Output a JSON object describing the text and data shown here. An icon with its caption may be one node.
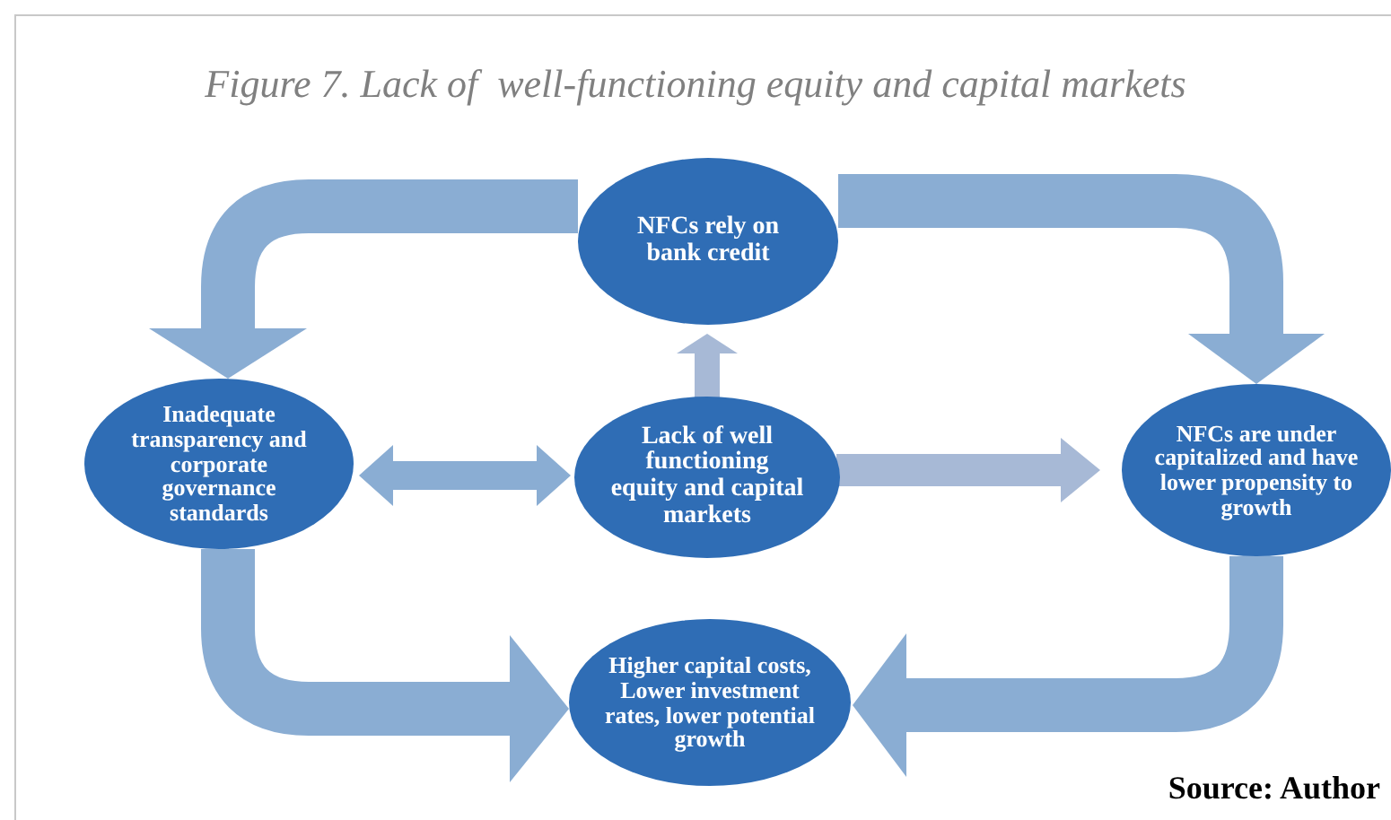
{
  "diagram": {
    "title": "Figure 7. Lack of  well-functioning equity and capital markets",
    "nodes": [
      {
        "text": [
          "NFCs rely on bank credit"
        ]
      },
      {
        "text": [
          "Inadequate transparency and corporate governance standards"
        ]
      },
      {
        "text": [
          "Lack of well functioning equity and capital markets"
        ]
      },
      {
        "text": [
          "NFCs are under capitalized and have lower propensity to growth"
        ]
      },
      {
        "text": [
          "Higher capital costs, Lower investment rates, lower potential growth"
        ]
      }
    ],
    "edges": [
      {
        "from": 0,
        "to": 1,
        "arrow": "to"
      },
      {
        "from": 0,
        "to": 3,
        "arrow": "to"
      },
      {
        "from": 2,
        "to": 0,
        "arrow": "to",
        "color": "#a7b9d6"
      },
      {
        "from": 1,
        "to": 2,
        "arrow": "both"
      },
      {
        "from": 2,
        "to": 3,
        "arrow": "to",
        "color": "#a7b9d6"
      },
      {
        "from": 1,
        "to": 4,
        "arrow": "to"
      },
      {
        "from": 3,
        "to": 4,
        "arrow": "to"
      }
    ],
    "labels": [
      "Source: Author"
    ]
  }
}
